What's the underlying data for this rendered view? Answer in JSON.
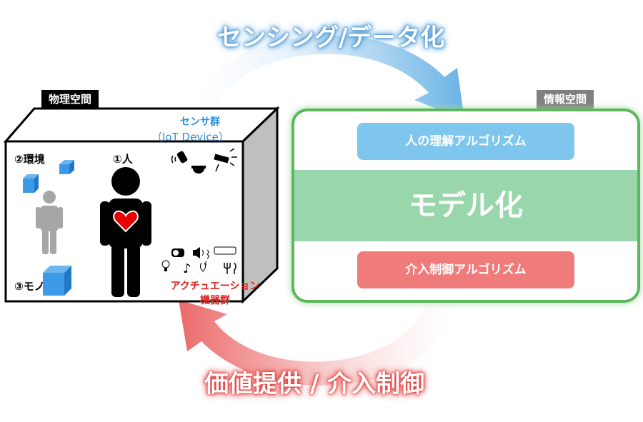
{
  "physical_space": {
    "label": "物理空間",
    "sensors_label": "センサ群",
    "sensors_sub": "（IoT Device）",
    "environment_label": "②環境",
    "person_label": "①人",
    "thing_label": "③モノ",
    "actuators_label_1": "アクチュエーション",
    "actuators_label_2": "機器群"
  },
  "info_space": {
    "label": "情報空間",
    "understanding_algo": "人の理解アルゴリズム",
    "modeling": "モデル化",
    "intervention_algo": "介入制御アルゴリズム"
  },
  "top_flow": "センシング/データ化",
  "bottom_flow": "価値提供 / 介入制御",
  "colors": {
    "blue_accent": "#6cb8e8",
    "green_band": "#96d3a8",
    "red_accent": "#ef7b7b",
    "green_border": "#5cb85c"
  }
}
